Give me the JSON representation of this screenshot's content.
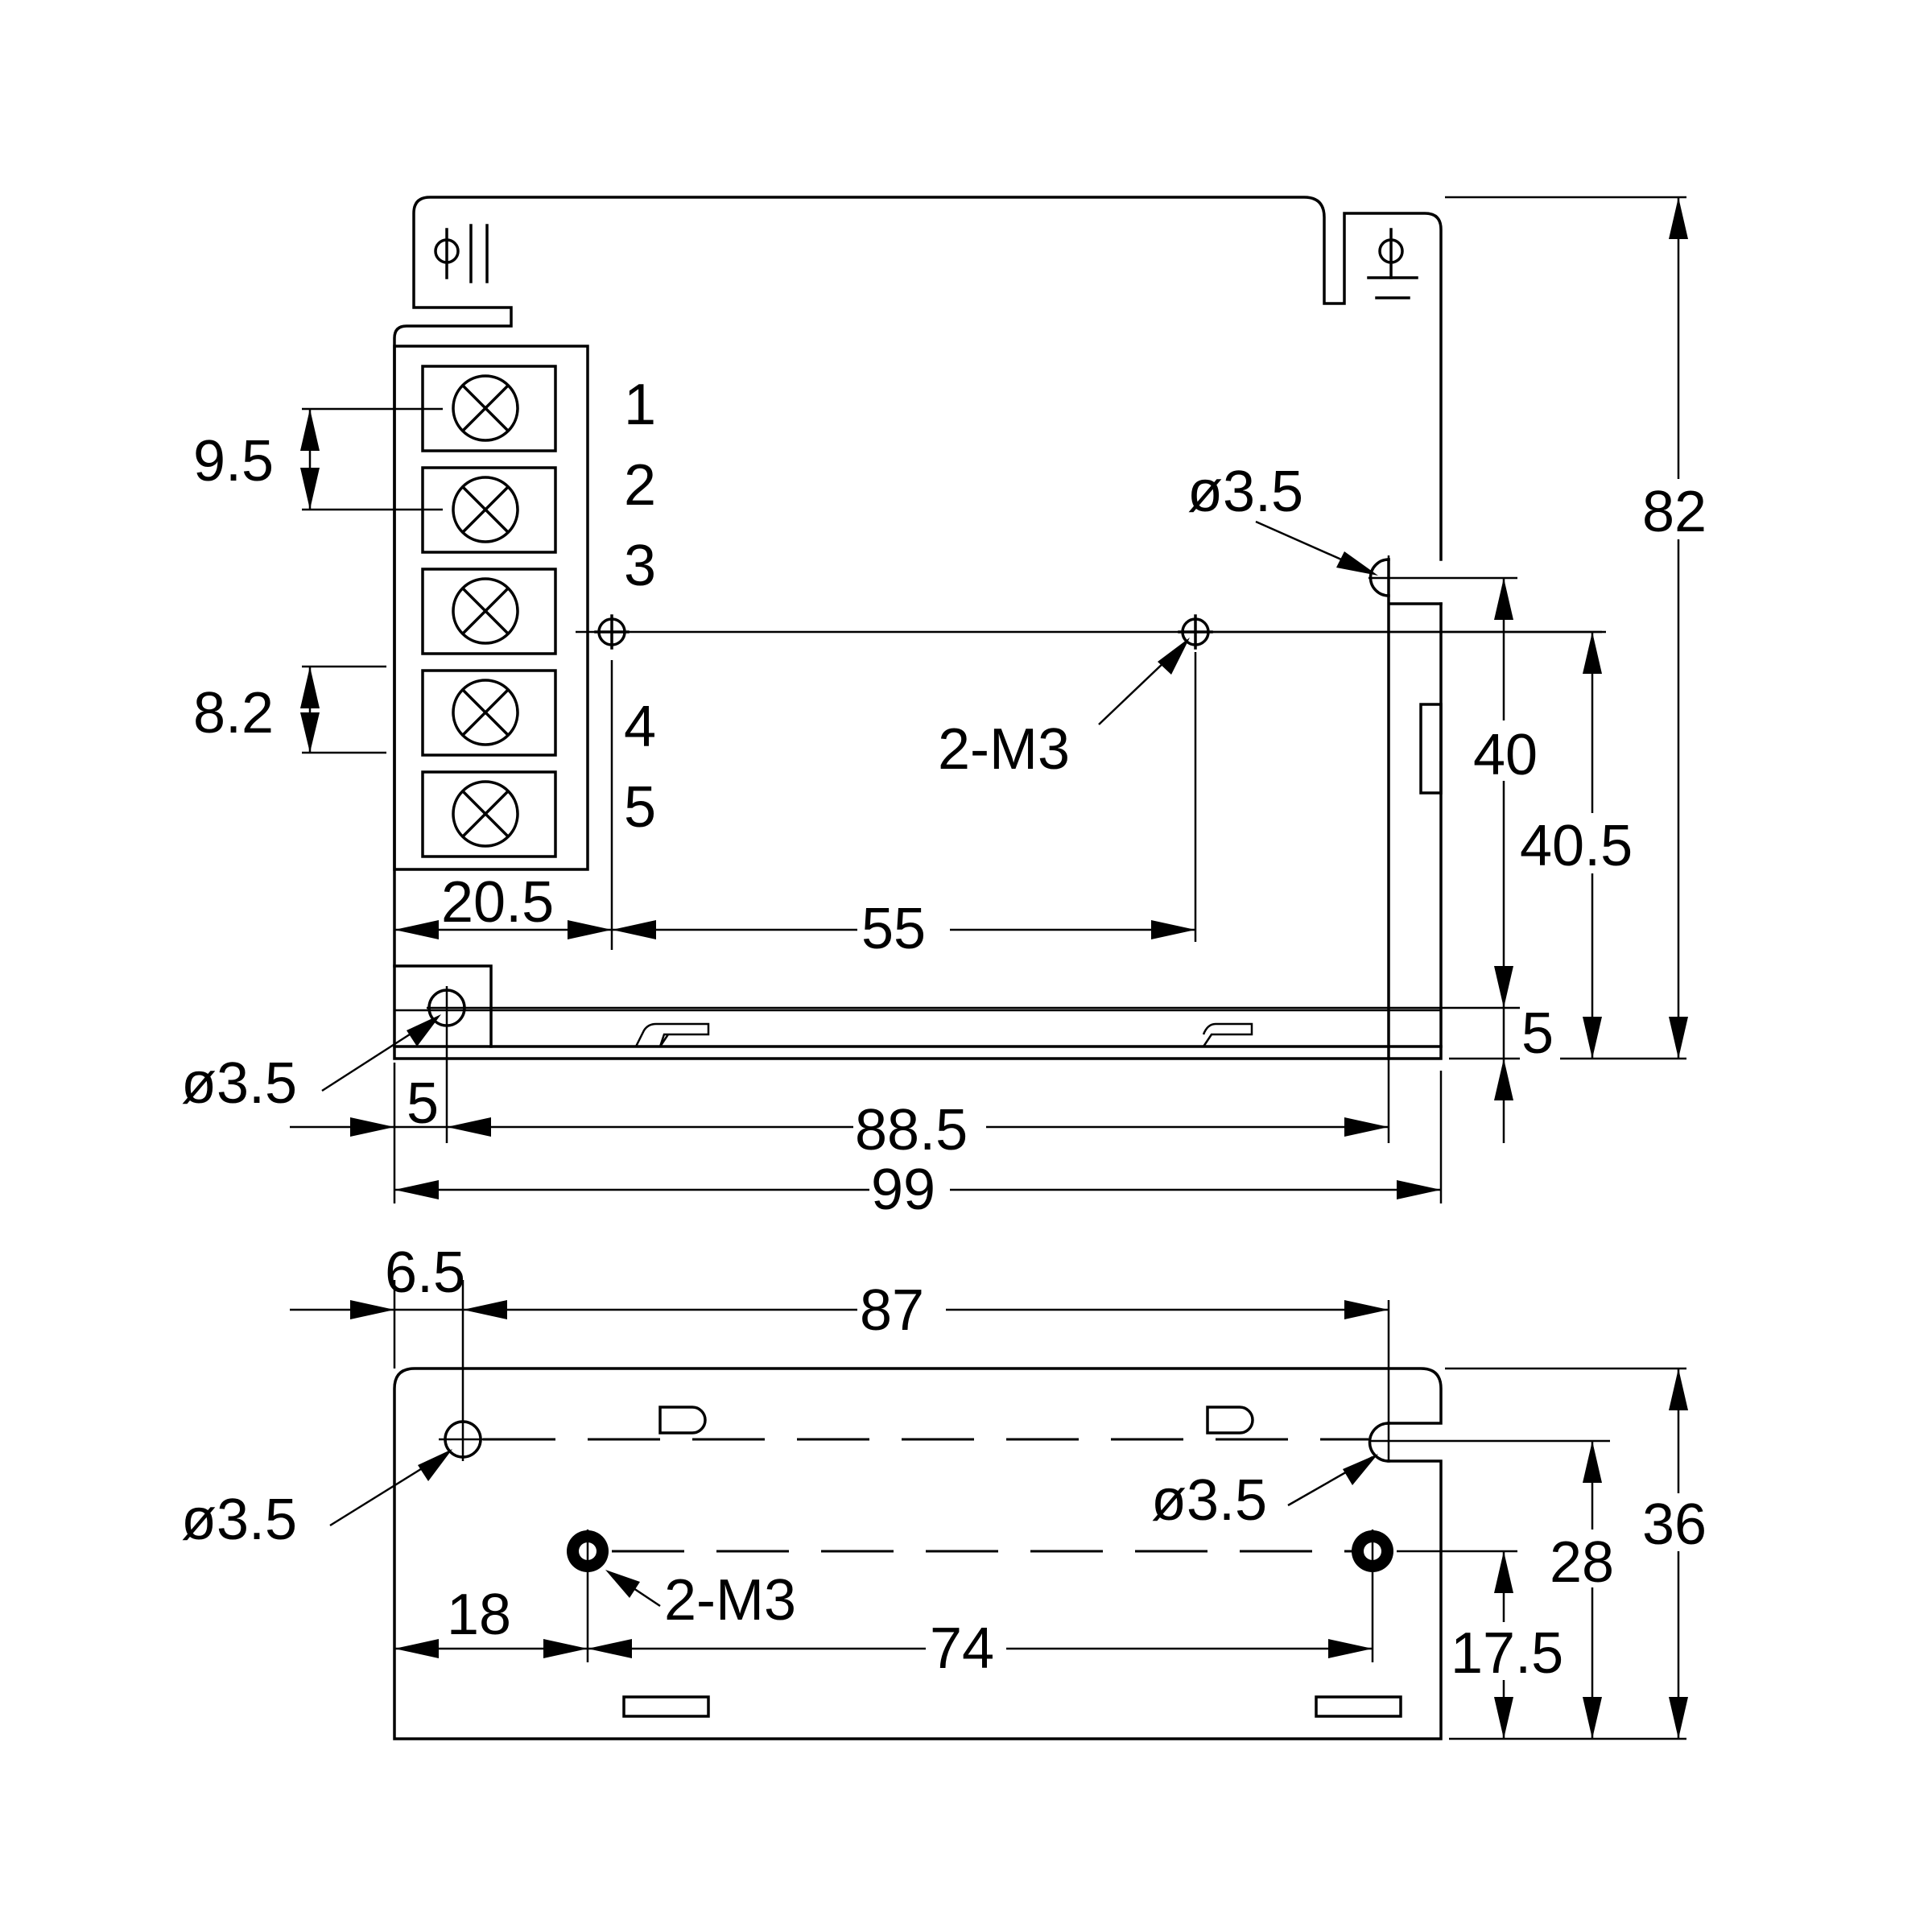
{
  "top_view": {
    "terminals": [
      "1",
      "2",
      "3",
      "4",
      "5"
    ],
    "dims": {
      "pitch": "9.5",
      "terminal_height": "8.2",
      "terminal_offset": "20.5",
      "hole_spacing": "55",
      "hole_y_40": "40",
      "hole_y_40_5": "40.5",
      "height": "82",
      "edge_5_right": "5",
      "edge_5_left": "5",
      "mount_spacing": "88.5",
      "width": "99"
    },
    "callouts": {
      "hole_tr": "ø3.5",
      "hole_bl": "ø3.5",
      "screw": "2-M3"
    }
  },
  "bottom_view": {
    "dims": {
      "offset": "6.5",
      "mount_spacing": "87",
      "hole_y_28": "28",
      "height": "36",
      "screw_y": "17.5",
      "screw_offset": "18",
      "screw_spacing": "74"
    },
    "callouts": {
      "hole_left": "ø3.5",
      "hole_right": "ø3.5",
      "screw": "2-M3"
    }
  },
  "symbols": {
    "ground_top_left": "ground-symbol-icon",
    "ground_top_right": "earth-symbol-icon"
  }
}
